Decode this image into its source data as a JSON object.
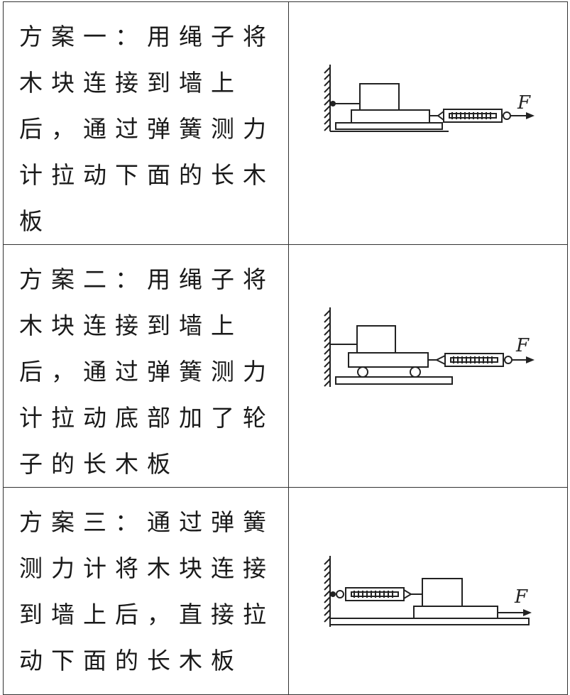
{
  "plans": [
    {
      "description": "方案一：用绳子将木块连接到墙上后，通过弹簧测力计拉动下面的长木板",
      "force_label": "F"
    },
    {
      "description": "方案二：用绳子将木块连接到墙上后，通过弹簧测力计拉动底部加了轮子的长木板",
      "force_label": "F"
    },
    {
      "description": "方案三：通过弹簧测力计将木块连接到墙上后，直接拉动下面的长木板",
      "force_label": "F"
    }
  ]
}
